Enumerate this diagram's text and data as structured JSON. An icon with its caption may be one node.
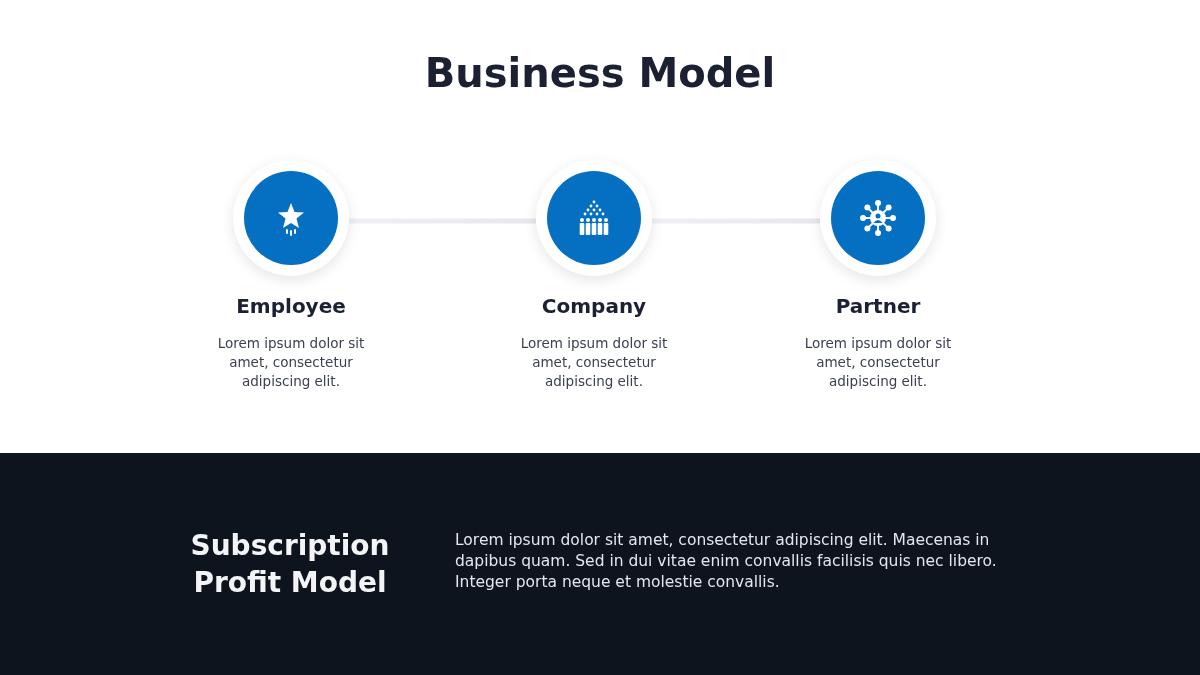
{
  "diagram": {
    "title": "Business Model",
    "nodes": [
      {
        "text": [
          "Employee",
          "Lorem ipsum dolor sit amet, consectetur adipiscing elit."
        ]
      },
      {
        "text": [
          "Company",
          "Lorem ipsum dolor sit amet, consectetur adipiscing elit."
        ]
      },
      {
        "text": [
          "Partner",
          "Lorem ipsum dolor sit amet, consectetur adipiscing elit."
        ]
      },
      {
        "text": [
          "Subscription Profit Model",
          "Lorem ipsum dolor sit amet, consectetur adipiscing elit. Maecenas in dapibus quam. Sed in dui vitae enim convallis facilisis quis nec libero. Integer porta neque et molestie convallis."
        ]
      }
    ],
    "edges": [
      {
        "from": 0,
        "to": 1,
        "arrow": "none"
      },
      {
        "from": 1,
        "to": 2,
        "arrow": "none"
      }
    ]
  }
}
